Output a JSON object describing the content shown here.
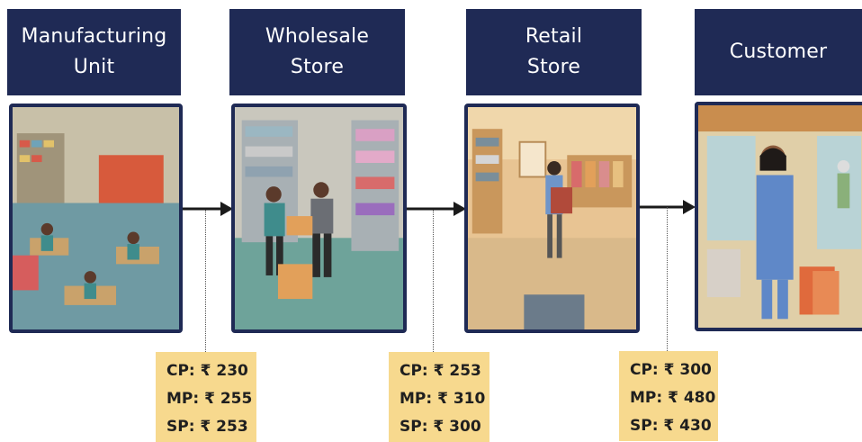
{
  "stages": [
    {
      "title_line1": "Manufacturing",
      "title_line2": "Unit"
    },
    {
      "title_line1": "Wholesale",
      "title_line2": "Store"
    },
    {
      "title_line1": "Retail",
      "title_line2": "Store"
    },
    {
      "title_line1": "Customer",
      "title_line2": ""
    }
  ],
  "prices": [
    {
      "cp": "CP: ₹ 230",
      "mp": "MP: ₹ 255",
      "sp": "SP: ₹ 253"
    },
    {
      "cp": "CP: ₹ 253",
      "mp": "MP: ₹ 310",
      "sp": "SP: ₹ 300"
    },
    {
      "cp": "CP: ₹ 300",
      "mp": "MP: ₹ 480",
      "sp": "SP: ₹ 430"
    }
  ],
  "colors": {
    "header_bg": "#1f2a55",
    "price_box_bg": "#f7d98e",
    "arrow": "#1a1a1a"
  }
}
